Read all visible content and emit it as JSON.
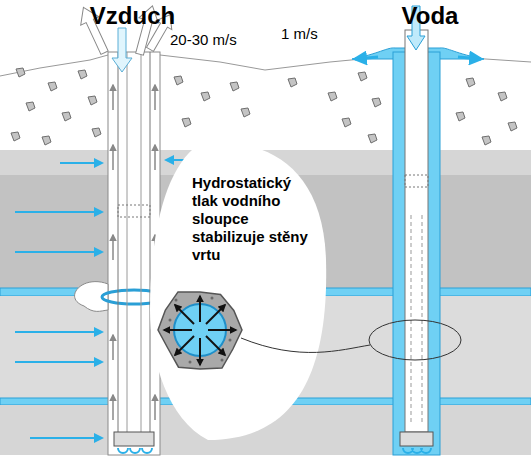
{
  "diagram": {
    "nodes": [
      {
        "text": [
          "Vzduch"
        ]
      },
      {
        "text": [
          "Voda"
        ]
      },
      {
        "text": [
          "Hydrostatický tlak vodního sloupce stabilizuje stěny vrtu"
        ]
      }
    ],
    "labels": [
      "20-30 m/s",
      "1 m/s"
    ]
  }
}
